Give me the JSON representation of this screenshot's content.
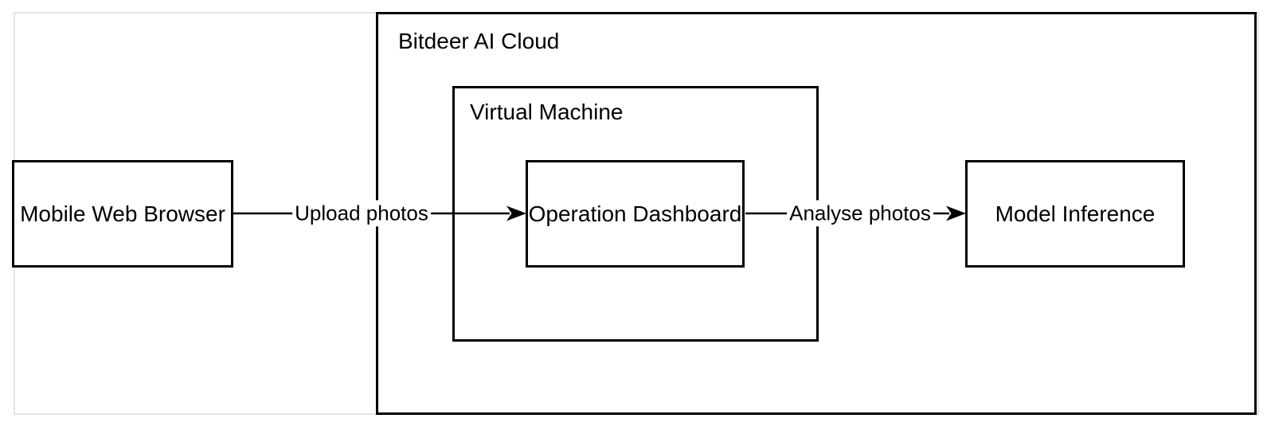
{
  "diagram": {
    "title": "",
    "containers": {
      "boundary": {
        "label": ""
      },
      "cloud": {
        "label": "Bitdeer AI Cloud"
      },
      "vm": {
        "label": "Virtual Machine",
        "parent": "cloud"
      }
    },
    "nodes": {
      "mobile": {
        "label": "Mobile Web Browser"
      },
      "dashboard": {
        "label": "Operation Dashboard",
        "parent": "vm"
      },
      "inference": {
        "label": "Model Inference",
        "parent": "cloud"
      }
    },
    "edges": {
      "upload": {
        "label": "Upload photos",
        "from": "mobile",
        "to": "dashboard",
        "direction": "right"
      },
      "analyse": {
        "label": "Analyse photos",
        "from": "dashboard",
        "to": "inference",
        "direction": "right"
      }
    },
    "colors": {
      "node_border": "#000000",
      "outer_border": "#e4e4e4",
      "edge_stroke": "#000000",
      "text": "#000000",
      "background": "#ffffff"
    }
  }
}
